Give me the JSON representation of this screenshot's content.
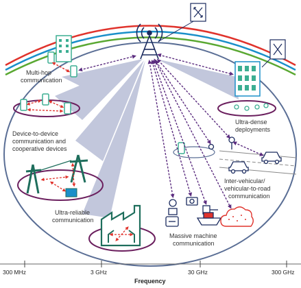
{
  "labels": {
    "multihop": [
      "Multi-hop",
      "communication"
    ],
    "d2d": [
      "Device-to-device",
      "communication and",
      "cooperative devices"
    ],
    "urc": [
      "Ultra-reliable",
      "communication"
    ],
    "mmc": [
      "Massive machine",
      "communication"
    ],
    "ultradense": [
      "Ultra-dense",
      "deployments"
    ],
    "v2x": [
      "Inter-vehicular/",
      "vehicular-to-road",
      "communication"
    ]
  },
  "axis": {
    "ticks": [
      "300 MHz",
      "3 GHz",
      "30 GHz",
      "300 GHz"
    ],
    "title": "Frequency"
  },
  "colors": {
    "arc_red": "#e0332c",
    "arc_blue": "#1a8fc9",
    "arc_green": "#5aa832",
    "ellipse": "#5a6e95",
    "beam": "#c2c7dc",
    "device_green": "#3cae92",
    "link_red": "#e0332c",
    "link_purple": "#5b2c7f",
    "ring_purple": "#6b1f5e"
  }
}
